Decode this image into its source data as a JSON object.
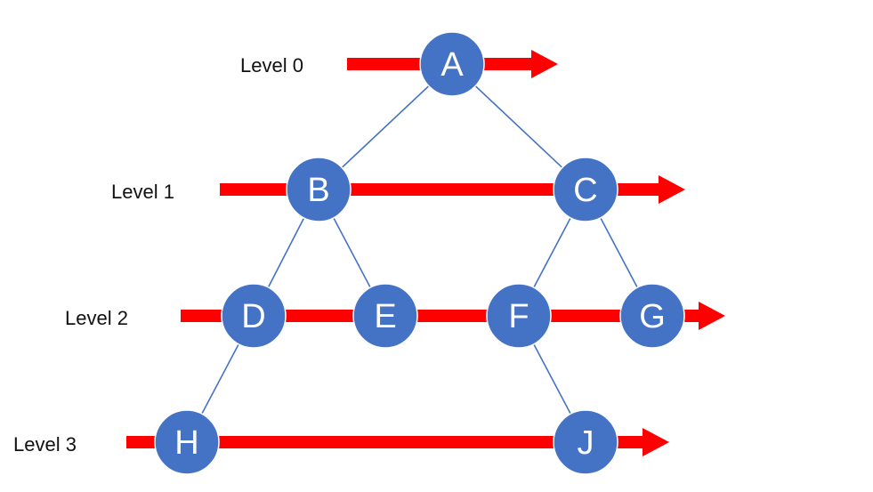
{
  "levels": [
    {
      "label": "Level 0"
    },
    {
      "label": "Level 1"
    },
    {
      "label": "Level 2"
    },
    {
      "label": "Level 3"
    }
  ],
  "nodes": [
    {
      "id": "A",
      "label": "A",
      "level": 0
    },
    {
      "id": "B",
      "label": "B",
      "level": 1
    },
    {
      "id": "C",
      "label": "C",
      "level": 1
    },
    {
      "id": "D",
      "label": "D",
      "level": 2
    },
    {
      "id": "E",
      "label": "E",
      "level": 2
    },
    {
      "id": "F",
      "label": "F",
      "level": 2
    },
    {
      "id": "G",
      "label": "G",
      "level": 2
    },
    {
      "id": "H",
      "label": "H",
      "level": 3
    },
    {
      "id": "J",
      "label": "J",
      "level": 3
    }
  ],
  "edges": [
    {
      "from": "A",
      "to": "B"
    },
    {
      "from": "A",
      "to": "C"
    },
    {
      "from": "B",
      "to": "D"
    },
    {
      "from": "B",
      "to": "E"
    },
    {
      "from": "C",
      "to": "F"
    },
    {
      "from": "C",
      "to": "G"
    },
    {
      "from": "D",
      "to": "H"
    },
    {
      "from": "F",
      "to": "J"
    }
  ],
  "colors": {
    "node_fill": "#4472c4",
    "node_stroke": "#ffffff",
    "edge": "#4472c4",
    "arrow": "#ff0000",
    "label_text": "#111111",
    "node_text": "#ffffff"
  }
}
